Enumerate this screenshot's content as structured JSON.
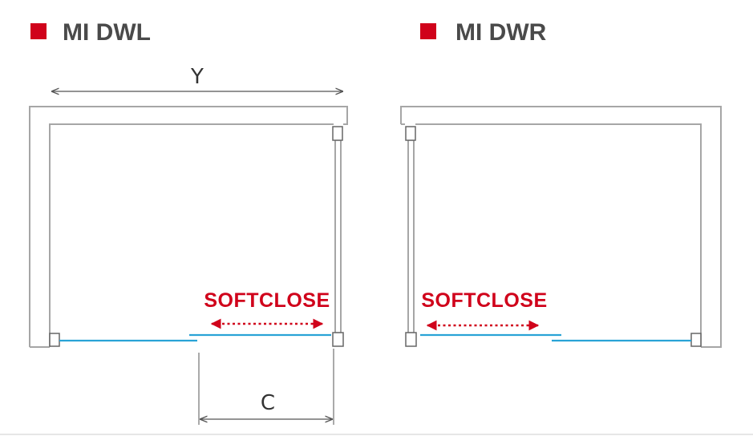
{
  "colors": {
    "accent_red": "#d0021b",
    "frame_gray": "#a6a6a6",
    "glass_blue": "#29a3d6",
    "dim_line": "#555555",
    "title_gray": "#4a4a4a"
  },
  "left_diagram": {
    "title": "MI DWL",
    "dimension_width": "Y",
    "dimension_opening": "C",
    "softclose": "SOFTCLOSE"
  },
  "right_diagram": {
    "title": "MI DWR",
    "softclose": "SOFTCLOSE"
  }
}
